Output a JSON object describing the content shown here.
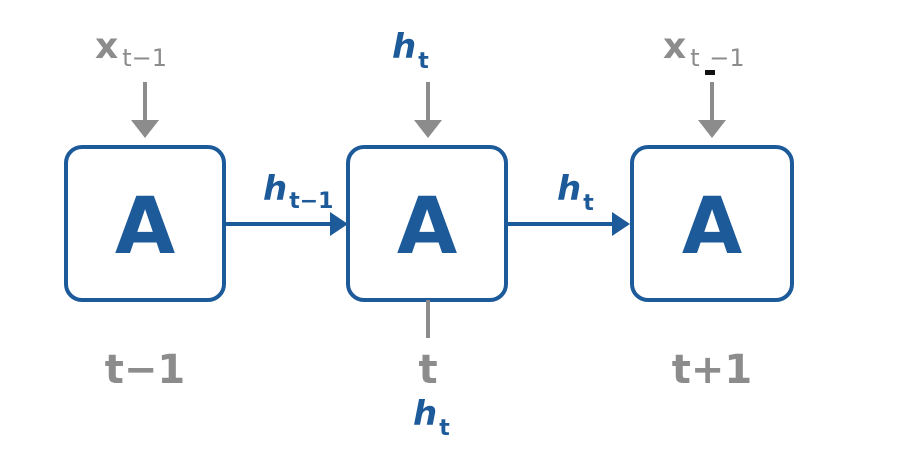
{
  "cells": [
    {
      "letter": "A",
      "step": "t−1"
    },
    {
      "letter": "A",
      "step": "t"
    },
    {
      "letter": "A",
      "step": "t+1"
    }
  ],
  "inputs": [
    {
      "base": "x",
      "sub": "t−1"
    },
    {
      "base": "h",
      "sub": "t"
    },
    {
      "base": "x",
      "sub": "t  −1"
    }
  ],
  "transitions": [
    {
      "base": "h",
      "sub": "t−1"
    },
    {
      "base": "h",
      "sub": "t"
    }
  ],
  "output": {
    "base": "h",
    "sub": "t"
  },
  "colors": {
    "accent": "#1d5a9a",
    "muted": "#8c8c8c",
    "background": "#ffffff"
  }
}
